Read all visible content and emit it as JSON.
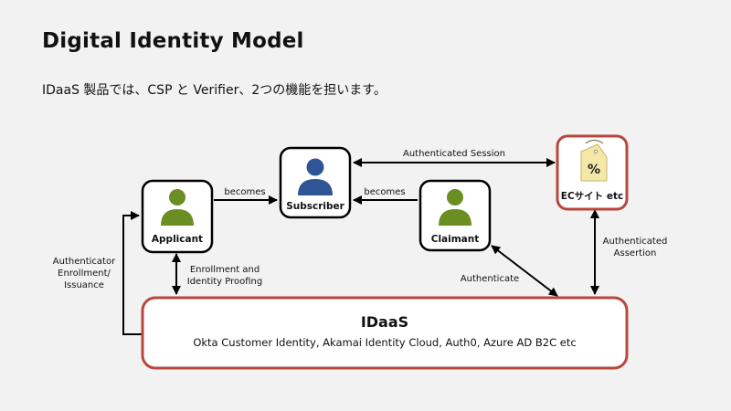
{
  "slide": {
    "title": "Digital Identity Model",
    "subtitle": "IDaaS 製品では、CSP と Verifier、2つの機能を担います。"
  },
  "nodes": {
    "applicant": "Applicant",
    "subscriber": "Subscriber",
    "claimant": "Claimant",
    "ec_site": "ECサイト etc",
    "ec_tag_symbol": "%",
    "idaas_title": "IDaaS",
    "idaas_subtitle": "Okta Customer Identity, Akamai Identity Cloud, Auth0, Azure AD B2C etc"
  },
  "edges": {
    "applicant_to_subscriber": "becomes",
    "claimant_to_subscriber": "becomes",
    "authenticated_session": "Authenticated Session",
    "enrollment_line1": "Enrollment and",
    "enrollment_line2": "Identity Proofing",
    "authenticator_line1": "Authenticator",
    "authenticator_line2": "Enrollment/",
    "authenticator_line3": "Issuance",
    "authenticate": "Authenticate",
    "assertion_line1": "Authenticated",
    "assertion_line2": "Assertion"
  },
  "colors": {
    "person_green": "#6b8e23",
    "person_blue": "#2f5597",
    "accent_red": "#b7473f",
    "tag_fill": "#f4e8a8"
  }
}
